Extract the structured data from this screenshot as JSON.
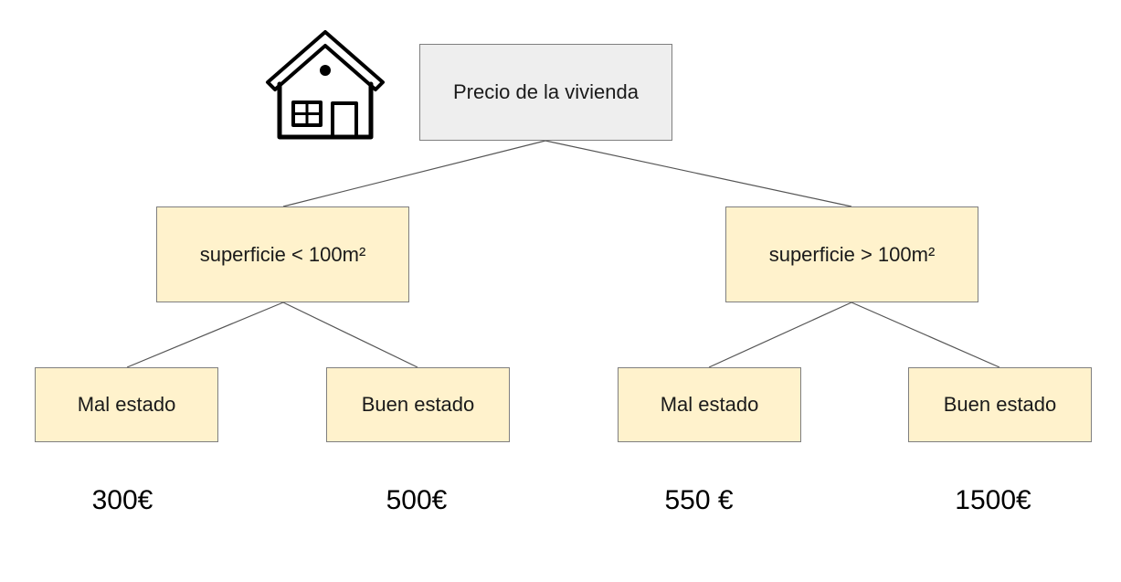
{
  "root": {
    "label": "Precio de la vivienda"
  },
  "splits": [
    {
      "label": "superficie < 100m²"
    },
    {
      "label": "superficie > 100m²"
    }
  ],
  "leaves": [
    {
      "label": "Mal estado",
      "price": "300€"
    },
    {
      "label": "Buen estado",
      "price": "500€"
    },
    {
      "label": "Mal estado",
      "price": "550 €"
    },
    {
      "label": "Buen estado",
      "price": "1500€"
    }
  ],
  "colors": {
    "root_fill": "#eeeeee",
    "node_fill": "#fff2cc",
    "edge": "#555555"
  },
  "icon": "house-icon"
}
